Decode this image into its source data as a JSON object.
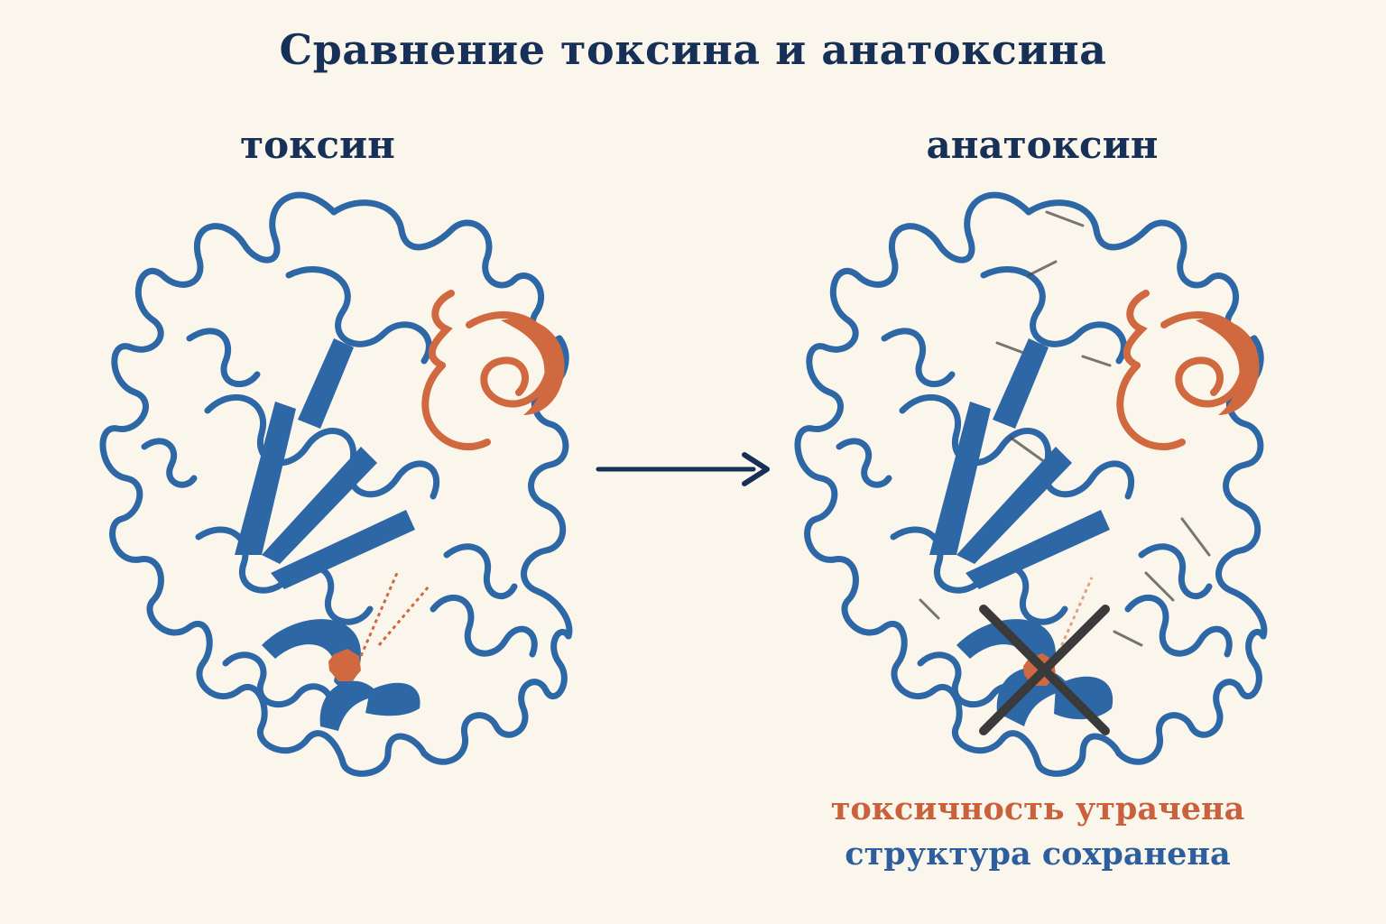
{
  "title": "Сравнение токсина и анатоксина",
  "panels": {
    "left": {
      "label": "токсин"
    },
    "right": {
      "label": "анатоксин"
    }
  },
  "annotations": {
    "toxicity": "токсичность утрачена",
    "structure": "структура сохранена"
  },
  "colors": {
    "background": "#fbf6ec",
    "title": "#163058",
    "protein": "#2d67a6",
    "active_site": "#d0693f",
    "cross": "#3a3a3a"
  }
}
